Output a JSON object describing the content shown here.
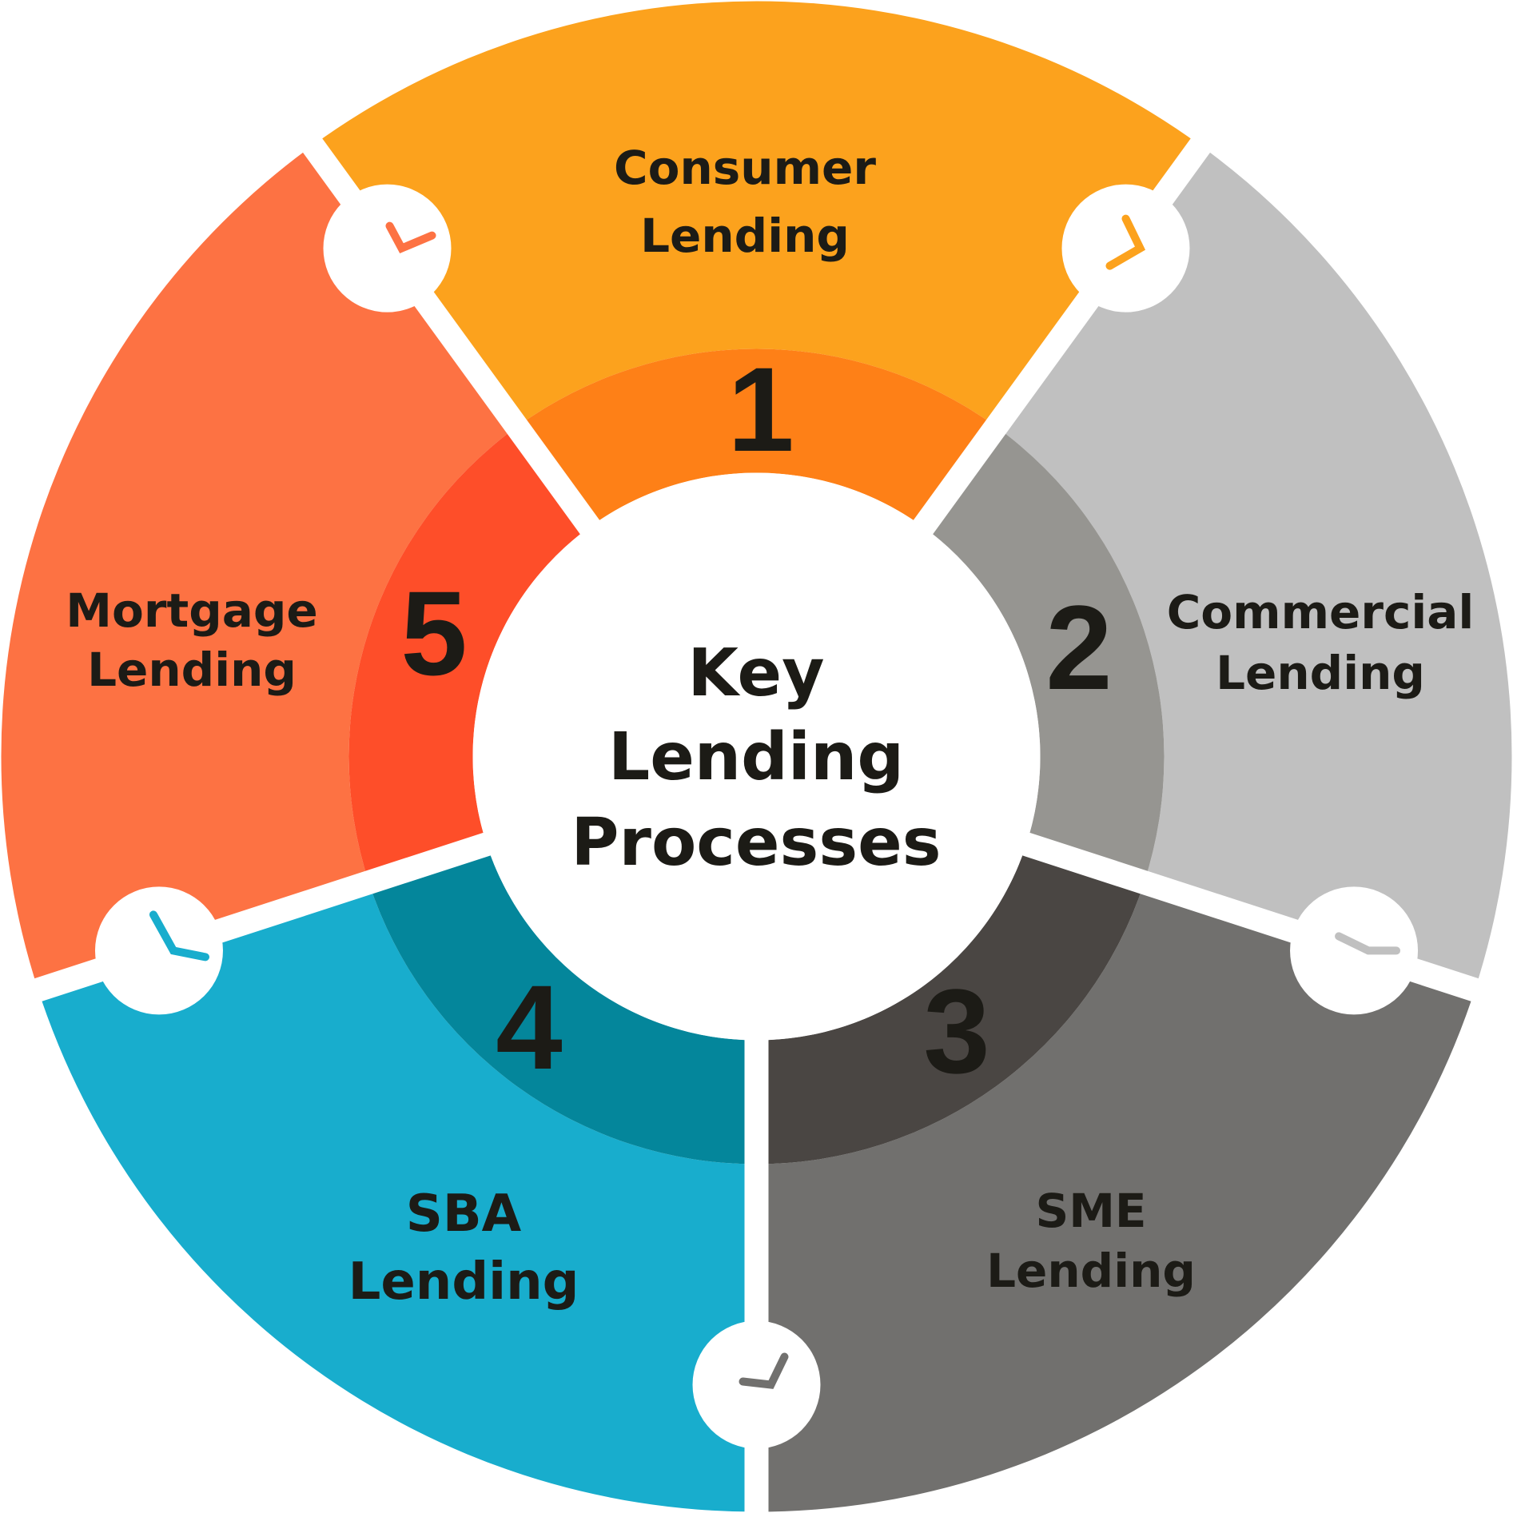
{
  "center": {
    "lines": [
      "Key",
      "Lending",
      "Processes"
    ]
  },
  "segments": [
    {
      "number": "1",
      "label": [
        "Consumer",
        "Lending"
      ],
      "outer_color": "#fca21d",
      "inner_color": "#fe8017",
      "icon": "clock-icon"
    },
    {
      "number": "2",
      "label": [
        "Commercial",
        "Lending"
      ],
      "outer_color": "#c0c0c0",
      "inner_color": "#969591",
      "icon": "clock-icon"
    },
    {
      "number": "3",
      "label": [
        "SME",
        "Lending"
      ],
      "outer_color": "#71706e",
      "inner_color": "#4a4643",
      "icon": "clock-icon"
    },
    {
      "number": "4",
      "label": [
        "SBA",
        "Lending"
      ],
      "outer_color": "#18adcd",
      "inner_color": "#04869b",
      "icon": "clock-icon"
    },
    {
      "number": "5",
      "label": [
        "Mortgage",
        "Lending"
      ],
      "outer_color": "#fd7243",
      "inner_color": "#fe4e29",
      "icon": "clock-icon"
    }
  ]
}
